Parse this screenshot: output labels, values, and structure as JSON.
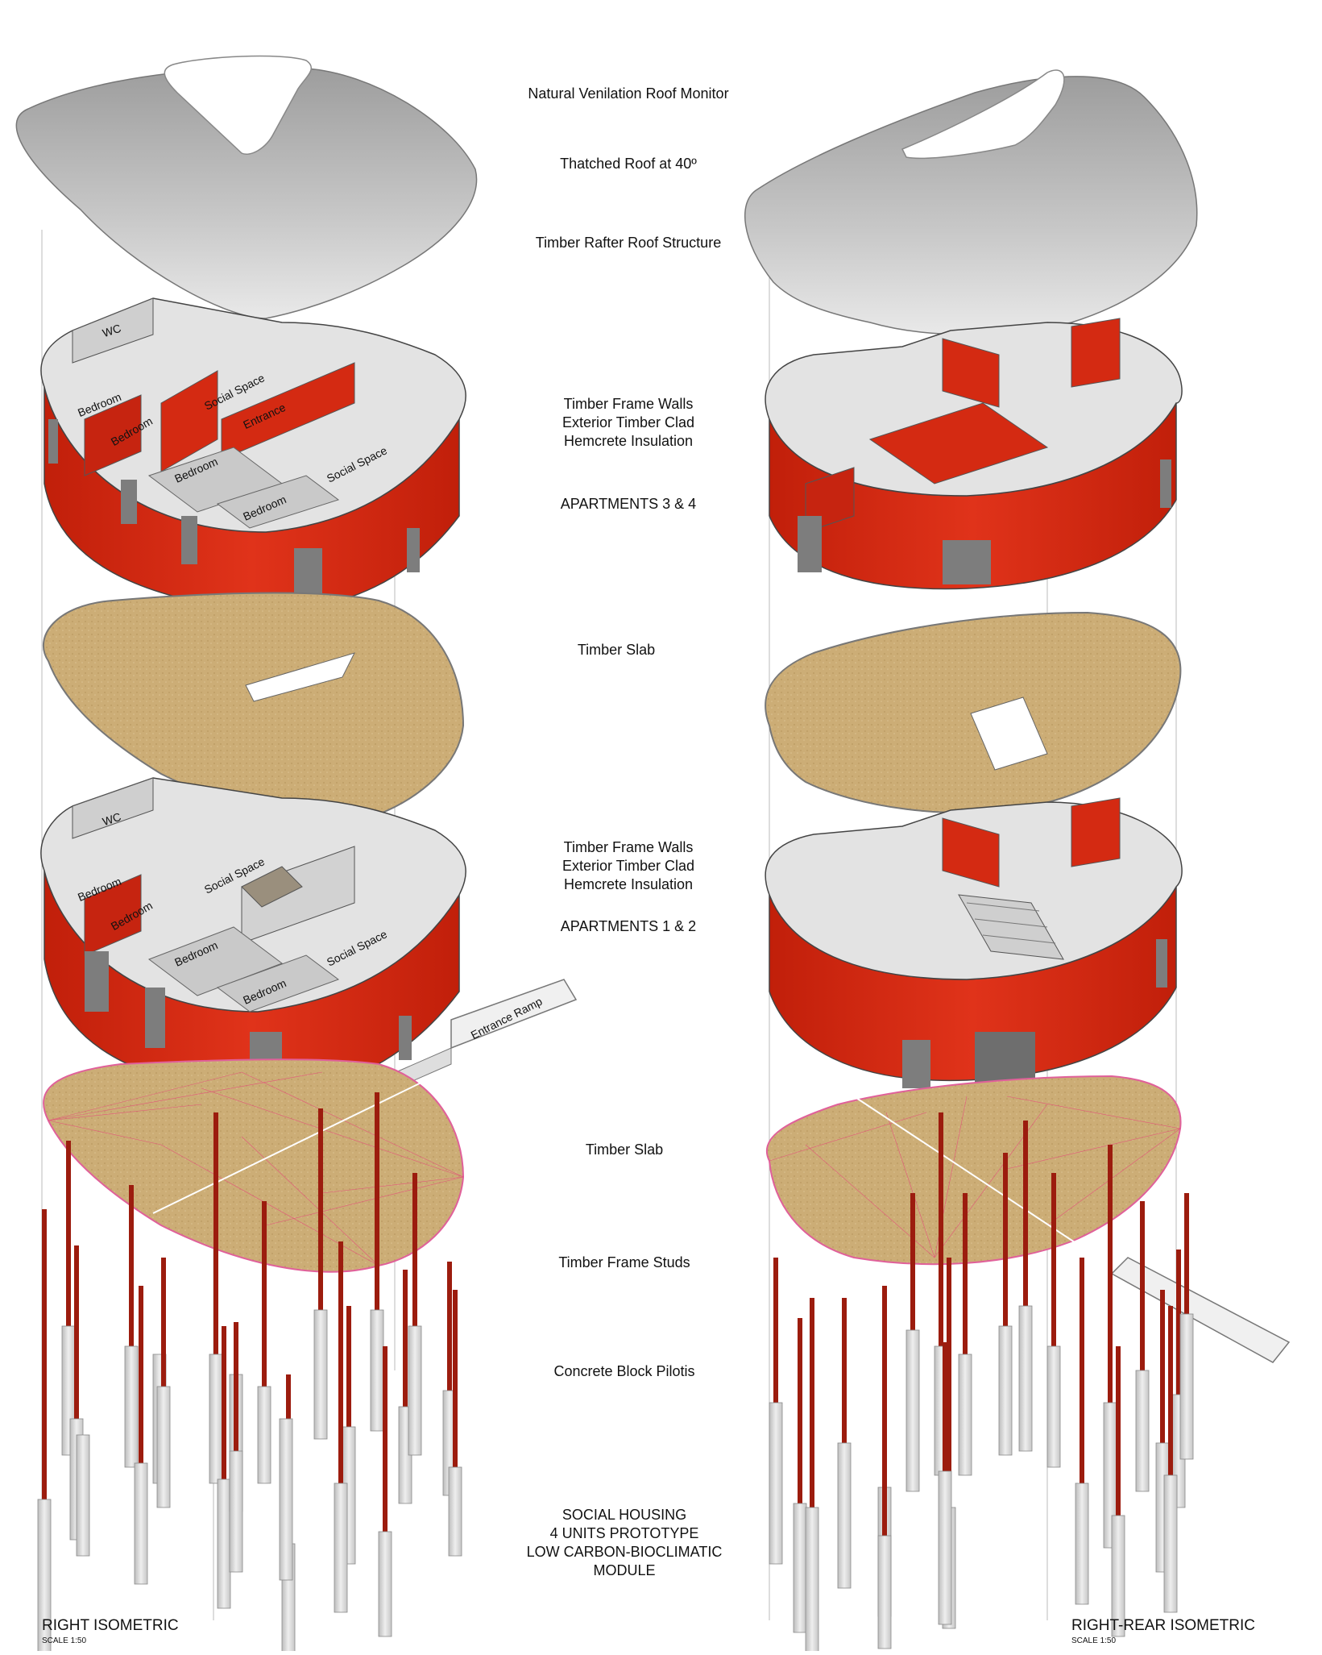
{
  "labels": {
    "roof_monitor": "Natural Venilation Roof Monitor",
    "thatched_roof": "Thatched Roof at 40º",
    "rafter_structure": "Timber Rafter Roof Structure",
    "walls_upper": "Timber Frame  Walls\nExterior Timber Clad\nHemcrete Insulation",
    "apartments_upper": "APARTMENTS 3 & 4",
    "slab_upper": "Timber Slab",
    "walls_lower": "Timber Frame  Walls\nExterior Timber Clad\nHemcrete Insulation",
    "apartments_lower": "APARTMENTS 1 & 2",
    "slab_lower": "Timber Slab",
    "studs": "Timber Frame  Studs",
    "pilotis": "Concrete Block Pilotis",
    "project": "SOCIAL HOUSING\n4 UNITS PROTOTYPE\nLOW CARBON-BIOCLIMATIC MODULE"
  },
  "rooms_upper": {
    "wc": "WC",
    "bedroom_1": "Bedroom",
    "bedroom_2": "Bedroom",
    "bedroom_3": "Bedroom",
    "bedroom_4": "Bedroom",
    "social_1": "Social Space",
    "social_2": "Social Space",
    "entrance": "Entrance"
  },
  "rooms_lower": {
    "wc": "WC",
    "bedroom_1": "Bedroom",
    "bedroom_2": "Bedroom",
    "bedroom_3": "Bedroom",
    "bedroom_4": "Bedroom",
    "social_1": "Social Space",
    "social_2": "Social Space",
    "entrance_ramp": "Entrance Ramp"
  },
  "views": {
    "left_title": "RIGHT ISOMETRIC",
    "left_scale": "SCALE 1:50",
    "right_title": "RIGHT-REAR ISOMETRIC",
    "right_scale": "SCALE 1:50"
  },
  "colors": {
    "wall_red": "#d42a12",
    "roof_grey": "#b9b9b9",
    "slab_tan": "#cfb07a",
    "stud_red": "#9c1c0e",
    "pile_grey": "#d9d9d9"
  }
}
